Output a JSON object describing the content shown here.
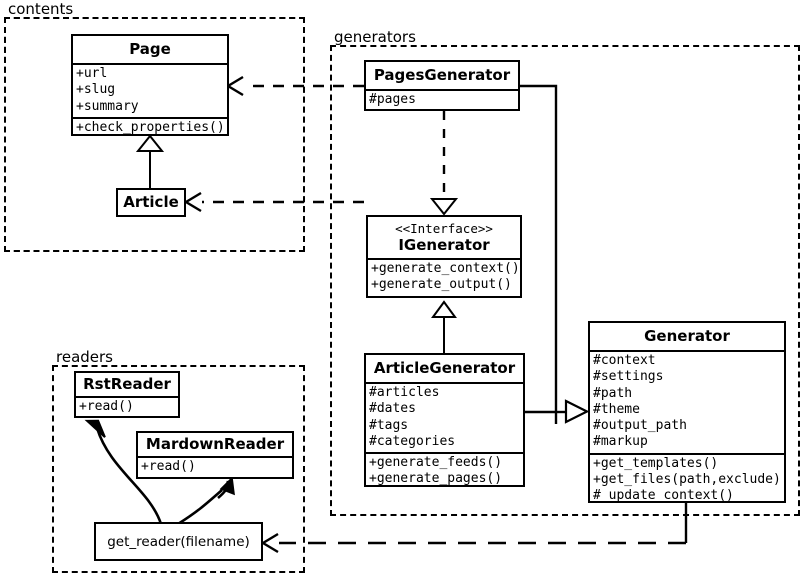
{
  "diagram": {
    "kind": "uml-class-diagram",
    "packages": [
      {
        "id": "contents",
        "label": "contents"
      },
      {
        "id": "generators",
        "label": "generators"
      },
      {
        "id": "readers",
        "label": "readers"
      }
    ]
  },
  "classes": {
    "page": {
      "name": "Page",
      "attributes": [
        "+url",
        "+slug",
        "+summary"
      ],
      "methods": [
        "+check_properties()"
      ]
    },
    "article": {
      "name": "Article",
      "attributes": [],
      "methods": []
    },
    "pages_generator": {
      "name": "PagesGenerator",
      "attributes": [
        "#pages"
      ],
      "methods": []
    },
    "igenerator": {
      "stereotype": "<<Interface>>",
      "name": "IGenerator",
      "attributes": [],
      "methods": [
        "+generate_context()",
        "+generate_output()"
      ]
    },
    "article_generator": {
      "name": "ArticleGenerator",
      "attributes": [
        "#articles",
        "#dates",
        "#tags",
        "#categories"
      ],
      "methods": [
        "+generate_feeds()",
        "+generate_pages()"
      ]
    },
    "generator": {
      "name": "Generator",
      "attributes": [
        "#context",
        "#settings",
        "#path",
        "#theme",
        "#output_path",
        "#markup"
      ],
      "methods": [
        "+get_templates()",
        "+get_files(path,exclude)",
        "#_update_context()"
      ]
    },
    "rst_reader": {
      "name": "RstReader",
      "attributes": [],
      "methods": [
        "+read()"
      ]
    },
    "mardown_reader": {
      "name": "MardownReader",
      "attributes": [],
      "methods": [
        "+read()"
      ]
    },
    "get_reader": {
      "name": "get_reader(filename)"
    }
  },
  "relations": [
    {
      "from": "article",
      "to": "page",
      "type": "generalization"
    },
    {
      "from": "pages_generator",
      "to": "igenerator",
      "type": "realization"
    },
    {
      "from": "article_generator",
      "to": "igenerator",
      "type": "generalization"
    },
    {
      "from": "article_generator",
      "to": "generator",
      "type": "association-open-arrow"
    },
    {
      "from": "pages_generator",
      "to": "page",
      "type": "dependency"
    },
    {
      "from": "article_generator",
      "to": "article",
      "type": "dependency"
    },
    {
      "from": "generator",
      "to": "get_reader",
      "type": "dependency"
    },
    {
      "from": "get_reader",
      "to": "rst_reader",
      "type": "curved-arrow"
    },
    {
      "from": "get_reader",
      "to": "mardown_reader",
      "type": "curved-arrow"
    }
  ],
  "colors": {
    "stroke": "#000000",
    "background": "#ffffff"
  }
}
